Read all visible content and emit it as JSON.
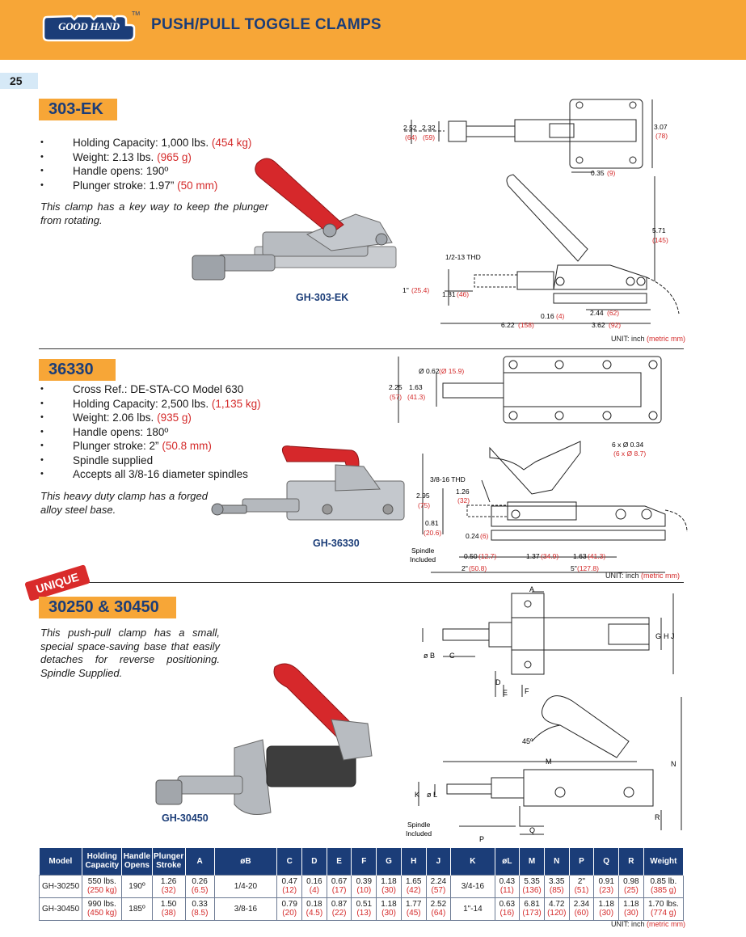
{
  "header": {
    "logo_text": "GOOD HAND",
    "trademark": "TM",
    "title": "PUSH/PULL TOGGLE CLAMPS"
  },
  "page_number": "25",
  "colors": {
    "orange": "#f7a637",
    "navy": "#1b3d78",
    "metric_red": "#d42a2a",
    "unique_red": "#d92b2b"
  },
  "sections": [
    {
      "tag": "303-EK",
      "specs": [
        {
          "label": "Holding Capacity: 1,000 lbs.",
          "metric": "(454 kg)"
        },
        {
          "label": "Weight: 2.13 lbs.",
          "metric": "(965 g)"
        },
        {
          "label": "Handle opens: 190º",
          "metric": ""
        },
        {
          "label": "Plunger stroke: 1.97”",
          "metric": "(50 mm)"
        }
      ],
      "description": "This clamp has a key way to keep the plunger from rotating.",
      "product_label": "GH-303-EK",
      "drawing": {
        "dims": [
          "2.52",
          "(64)",
          "2.32",
          "(59)",
          "3.07",
          "(78)",
          "0.35",
          "(9)",
          "5.71",
          "(145)",
          "1/2-13 THD",
          "1\"",
          "(25.4)",
          "1.81",
          "(46)",
          "0.16",
          "(4)",
          "2.44",
          "(62)",
          "6.22",
          "(158)",
          "3.62",
          "(92)"
        ],
        "unit": "UNIT: inch",
        "unit_metric": "(metric mm)"
      }
    },
    {
      "tag": "36330",
      "specs": [
        {
          "label": "Cross Ref.: DE-STA-CO Model 630",
          "metric": ""
        },
        {
          "label": "Holding Capacity: 2,500 lbs.",
          "metric": "(1,135 kg)"
        },
        {
          "label": "Weight: 2.06 lbs.",
          "metric": "(935 g)"
        },
        {
          "label": "Handle opens: 180º",
          "metric": ""
        },
        {
          "label": "Plunger stroke: 2”",
          "metric": "(50.8 mm)"
        },
        {
          "label": "Spindle supplied",
          "metric": ""
        },
        {
          "label": "Accepts all 3/8-16 diameter spindles",
          "metric": ""
        }
      ],
      "description": "This heavy duty clamp has a forged alloy steel base.",
      "product_label": "GH-36330",
      "drawing": {
        "dims": [
          "Ø 0.62",
          "(Ø 15.9)",
          "2.25",
          "(57)",
          "1.63",
          "(41.3)",
          "6 x Ø 0.34",
          "(6 x Ø 8.7)",
          "3/8-16 THD",
          "2.95",
          "(75)",
          "1.26",
          "(32)",
          "0.81",
          "(20.6)",
          "0.24",
          "(6)",
          "Spindle",
          "Included",
          "0.50",
          "(12.7)",
          "1.37",
          "(34.9)",
          "1.63",
          "(41.3)",
          "2\"",
          "(50.8)",
          "5\"",
          "(127.8)"
        ],
        "unit": "UNIT: inch",
        "unit_metric": "(metric mm)"
      }
    },
    {
      "badge": "UNIQUE",
      "tag": "30250 & 30450",
      "description": "This push-pull clamp has a small, special space-saving base that easily detaches for reverse positioning. Spindle Supplied.",
      "product_label": "GH-30450",
      "drawing": {
        "letters": [
          "A",
          "ø B",
          "C",
          "D",
          "E",
          "F",
          "G",
          "H",
          "J",
          "45º",
          "M",
          "N",
          "K",
          "ø L",
          "Spindle",
          "Included",
          "P",
          "Q",
          "R"
        ]
      }
    }
  ],
  "table": {
    "headers": [
      "Model",
      "Holding Capacity",
      "Handle Opens",
      "Plunger Stroke",
      "A",
      "øB",
      "C",
      "D",
      "E",
      "F",
      "G",
      "H",
      "J",
      "K",
      "øL",
      "M",
      "N",
      "P",
      "Q",
      "R",
      "Weight"
    ],
    "rows": [
      [
        [
          "GH-30250",
          ""
        ],
        [
          "550 lbs.",
          "(250 kg)"
        ],
        [
          "190º",
          ""
        ],
        [
          "1.26",
          "(32)"
        ],
        [
          "0.26",
          "(6.5)"
        ],
        [
          "1/4-20",
          ""
        ],
        [
          "0.47",
          "(12)"
        ],
        [
          "0.16",
          "(4)"
        ],
        [
          "0.67",
          "(17)"
        ],
        [
          "0.39",
          "(10)"
        ],
        [
          "1.18",
          "(30)"
        ],
        [
          "1.65",
          "(42)"
        ],
        [
          "2.24",
          "(57)"
        ],
        [
          "3/4-16",
          ""
        ],
        [
          "0.43",
          "(11)"
        ],
        [
          "5.35",
          "(136)"
        ],
        [
          "3.35",
          "(85)"
        ],
        [
          "2\"",
          "(51)"
        ],
        [
          "0.91",
          "(23)"
        ],
        [
          "0.98",
          "(25)"
        ],
        [
          "0.85 lb.",
          "(385 g)"
        ]
      ],
      [
        [
          "GH-30450",
          ""
        ],
        [
          "990 lbs.",
          "(450 kg)"
        ],
        [
          "185º",
          ""
        ],
        [
          "1.50",
          "(38)"
        ],
        [
          "0.33",
          "(8.5)"
        ],
        [
          "3/8-16",
          ""
        ],
        [
          "0.79",
          "(20)"
        ],
        [
          "0.18",
          "(4.5)"
        ],
        [
          "0.87",
          "(22)"
        ],
        [
          "0.51",
          "(13)"
        ],
        [
          "1.18",
          "(30)"
        ],
        [
          "1.77",
          "(45)"
        ],
        [
          "2.52",
          "(64)"
        ],
        [
          "1\"-14",
          ""
        ],
        [
          "0.63",
          "(16)"
        ],
        [
          "6.81",
          "(173)"
        ],
        [
          "4.72",
          "(120)"
        ],
        [
          "2.34",
          "(60)"
        ],
        [
          "1.18",
          "(30)"
        ],
        [
          "1.18",
          "(30)"
        ],
        [
          "1.70 lbs.",
          "(774 g)"
        ]
      ]
    ],
    "unit": "UNIT: inch",
    "unit_metric": "(metric mm)"
  }
}
